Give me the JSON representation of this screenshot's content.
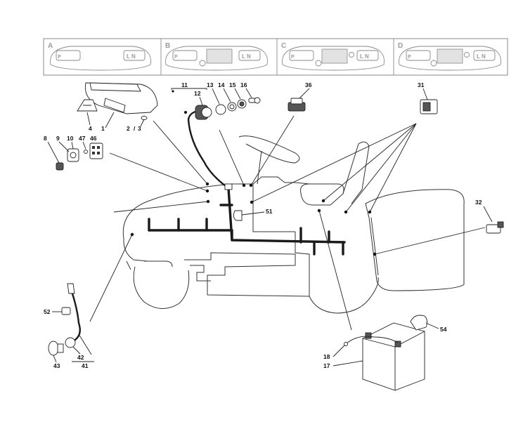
{
  "panels": [
    {
      "letter": "A",
      "lamps": "P",
      "gear": "L N"
    },
    {
      "letter": "B",
      "lamps": "P",
      "gear": "L N"
    },
    {
      "letter": "C",
      "lamps": "P",
      "gear": "L N"
    },
    {
      "letter": "D",
      "lamps": "P",
      "gear": "L N"
    }
  ],
  "labels": {
    "n1": "1",
    "n2": "2",
    "n3": "3",
    "n4": "4",
    "n8": "8",
    "n9": "9",
    "n10": "10",
    "n11": "11",
    "n12": "12",
    "n13": "13",
    "n14": "14",
    "n15": "15",
    "n16": "16",
    "n17": "17",
    "n18": "18",
    "n31": "31",
    "n32": "32",
    "n36": "36",
    "n41": "41",
    "n42": "42",
    "n43": "43",
    "n46": "46",
    "n47": "47",
    "n51": "51",
    "n52": "52",
    "n54": "54"
  },
  "colors": {
    "ink": "#1a1a1a",
    "panel_gray": "#8a8a8a"
  }
}
